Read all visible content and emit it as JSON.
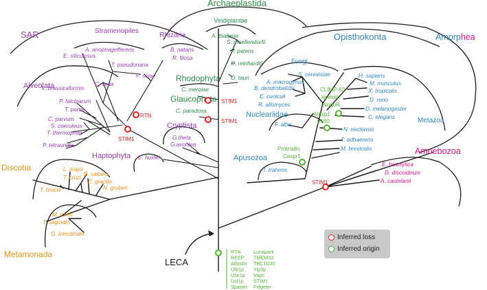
{
  "colors": {
    "archaeplastida": "#2e8b4a",
    "sar": "#9b3fb3",
    "opisthokonta": "#2f86c6",
    "amoebozoa": "#e0188a",
    "excavata": "#e8941a",
    "loss": "#e02020",
    "origin": "#55b033",
    "black": "#1a1a1a"
  },
  "supergroups": {
    "archaeplastida": "Archaeplastida",
    "viridiplantae": "Viridiplantae",
    "rhodophyta": "Rhodophyta",
    "glaucophyta": "Glaucophyta",
    "sar": "SAR",
    "stramenopiles": "Stramenopiles",
    "rhizaria": "Rhizaria",
    "alveolata": "Alveolata",
    "cryptista": "Cryptista",
    "haptophyta": "Haptophyta",
    "discoba": "Discoba",
    "metamonada": "Metamonada",
    "opisthokonta": "Opisthokonta",
    "fungi": "Fungi",
    "nucleariidae": "Nucleariidae",
    "metazoa": "Metazoa",
    "apusozoa": "Apusozoa",
    "amorphea_a": "Amorp",
    "amorphea_b": "hea",
    "amoebozoa": "Amoebozoa",
    "leca": "LECA"
  },
  "species": {
    "a_thaliana": "A. thaliana",
    "s_moellendorfii": "S. moellendorfii",
    "p_patens": "P. patens",
    "c_reinhardtii": "C. reinhardtii",
    "o_tauri": "O. tauri",
    "c_merolae": "C. merolae",
    "c_paradoxa": "C. paradoxa",
    "g_theta": "G.theta",
    "g_avonlea": "G.avonlea",
    "e_huxlei": "E. huxlei",
    "a_anophagefferens": "A. anophagefferens",
    "e_siliculosus": "E. siliculosus",
    "t_pseudonana": "T. pseudonana",
    "p_sojae": "P. sojae",
    "b_natans": "B. natans",
    "r_filosa": "R. filosa",
    "c_velia": "C. velia",
    "v_brassicaformis": "V. brassicaformis",
    "p_falciparum": "P. falciparum",
    "t_parva": "T. parva",
    "c_parvum": "C. parvum",
    "s_coeruleus": "S. coeruleus",
    "t_thermophila": "T. thermophila",
    "p_tetraurelia": "P. tetraurelia",
    "l_major": "L. major",
    "t_cruzi": "T. cruzi",
    "b_saltans": "B. saltans",
    "e_gracilis": "E. gracilis",
    "t_brucei": "T. brucei",
    "n_gruberi": "N. gruberi",
    "m_exilis": "M. exilis",
    "t_vaginalis": "T. vaginalis",
    "g_intestinalis": "G. intestinalis",
    "s_cerevisiae": "S. cerevisiae",
    "a_macrogynus": "A. macrogynus",
    "b_dendrobatidis": "B. dendrobatidis",
    "e_cuniculi": "E. cuniculi",
    "r_allomyces": "R. allomyces",
    "f_alba": "F. alba",
    "h_sapiens": "H. sapiens",
    "m_musculus": "M. musculus",
    "x_tropicalis": "X. tropicalis",
    "d_rerio": "D. rerio",
    "d_melanogaster": "D. melanogaster",
    "c_elegans": "C. elegans",
    "n_vectensis": "N. vectensis",
    "t_adhaerens": "T. adhaerens",
    "m_brevicolis": "M. brevicolis",
    "t_trahens": "T. trahens",
    "e_histolytica": "E. histolytica",
    "d_discoideum": "D. discoideum",
    "a_castelanii": "A. castelanii"
  },
  "annotations": {
    "rtn_loss": "RTN",
    "stim1_alveolata": "STIM1",
    "stim1_rhodophyta": "STIM1",
    "stim1_glaucophyta": "STIM1",
    "stim1_amoebozoa": "STIM1",
    "opist_origin": [
      "CLIMP-63",
      "kinectin",
      "NogoR"
    ],
    "arl6ip1_origin": [
      "Arl6ip1",
      "p180"
    ],
    "protrudin_origin": [
      "Protrudin",
      "Caspr1"
    ]
  },
  "leca_genes": {
    "col1": [
      "RTN",
      "REEP",
      "Atlastin",
      "Ufe1p",
      "Use1p",
      "Dsl1p",
      "Spastin"
    ],
    "col2": [
      "Lunapark",
      "TMEM33",
      "TBC1D20",
      "Yip3p",
      "Vaps",
      "STIM1",
      "Fidgetin"
    ]
  },
  "legend": {
    "loss": "Inferred loss",
    "origin": "Inferred origin"
  }
}
